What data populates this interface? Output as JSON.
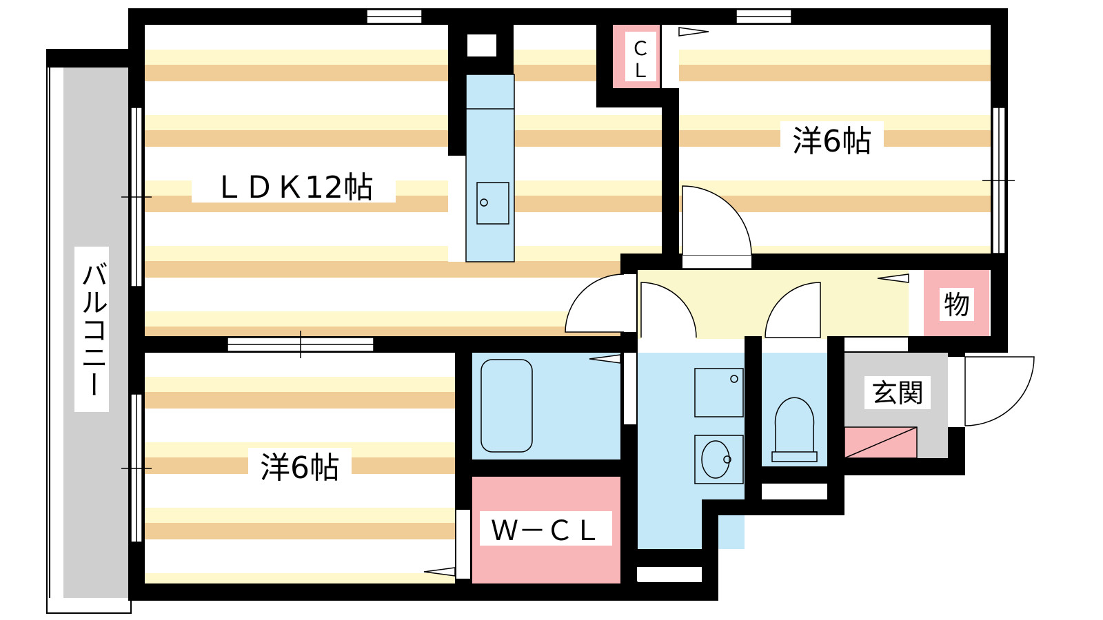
{
  "rooms": {
    "ldk": {
      "label": "ＬＤＫ12帖"
    },
    "bedroom_upper": {
      "label": "洋6帖"
    },
    "bedroom_lower": {
      "label": "洋6帖"
    },
    "closet": {
      "label_line1": "Ｃ",
      "label_line2": "Ｌ"
    },
    "storage": {
      "label": "物"
    },
    "entrance": {
      "label": "玄関"
    },
    "walk_in_closet": {
      "label": "Ｗ－ＣＬ"
    },
    "balcony": {
      "label": "バルコニー"
    }
  },
  "colors": {
    "wall": "#000000",
    "floor_stripe": "#f0cc96",
    "floor_light": "#fff8cc",
    "floor_base": "#ffffff",
    "wet_area": "#c4e8f8",
    "hallway": "#fbf7cc",
    "closet_fill": "#f8b6b8",
    "balcony_fill": "#cfcfcf",
    "entrance_fill": "#d2d2d2"
  }
}
